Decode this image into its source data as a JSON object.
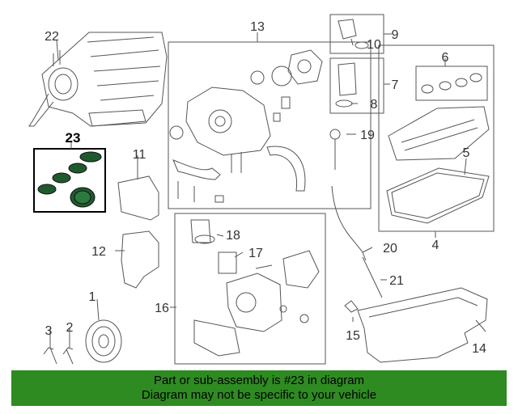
{
  "diagram": {
    "callouts": [
      "1",
      "2",
      "3",
      "4",
      "5",
      "6",
      "7",
      "8",
      "9",
      "10",
      "11",
      "12",
      "13",
      "14",
      "15",
      "16",
      "17",
      "18",
      "19",
      "20",
      "21",
      "22",
      "23"
    ],
    "highlighted_part": "23"
  },
  "footer": {
    "line1": "Part or sub-assembly is #23 in diagram",
    "line2": "Diagram may not be specific to your vehicle",
    "background": "#2e8b21"
  }
}
